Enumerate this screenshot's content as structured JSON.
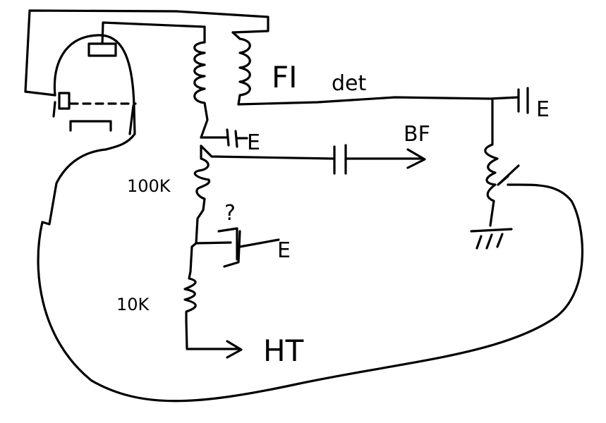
{
  "labels": {
    "if_transformer": "FI",
    "detector": "det",
    "audio_out": "BF",
    "resistor_top": "100K",
    "resistor_bottom": "10K",
    "unknown_value": "?",
    "high_tension": "HT",
    "earth_cap_a": "E",
    "earth_cap_b": "E",
    "earth_cap_c": "E"
  },
  "colors": {
    "ink": "#000000",
    "background": "#ffffff"
  }
}
